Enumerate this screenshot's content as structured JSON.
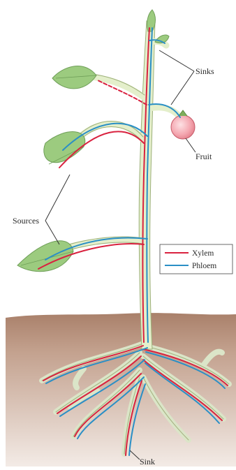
{
  "labels": {
    "sinks": "Sinks",
    "fruit": "Fruit",
    "sources": "Sources",
    "sink_bottom": "Sink"
  },
  "legend": {
    "items": [
      {
        "name": "Xylem",
        "color": "#d9223f"
      },
      {
        "name": "Phloem",
        "color": "#2a8fc6"
      }
    ]
  },
  "colors": {
    "soil": "#b99480",
    "stem_fill": "#e4efcb",
    "stem_edge": "#9db07a",
    "leaf": "#9ccb7f",
    "leaf_dark": "#6f9f58",
    "fruit": "#f2a3ad",
    "xylem": "#d9223f",
    "phloem": "#2a8fc6"
  }
}
